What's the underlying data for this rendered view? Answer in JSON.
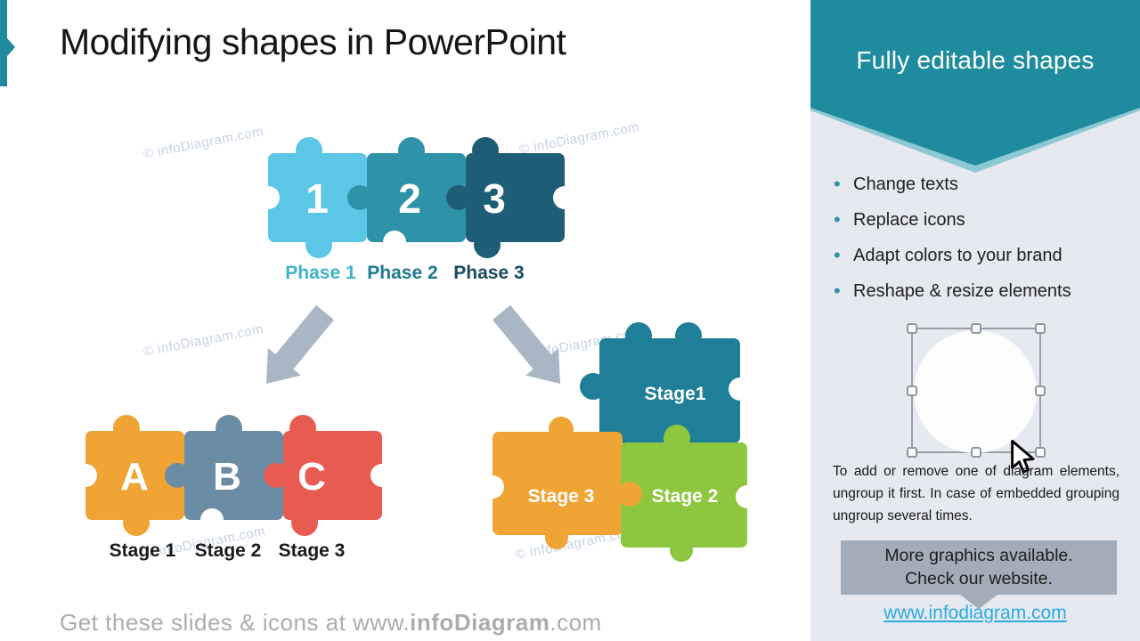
{
  "slide": {
    "title": "Modifying shapes in PowerPoint",
    "watermark": "© infoDiagram.com",
    "footer": {
      "prefix": "Get these slides & icons at www.",
      "brand": "infoDiagram",
      "suffix": ".com"
    }
  },
  "diagram": {
    "phase_puzzle": {
      "pieces": [
        {
          "label": "1",
          "color": "#5bc6e6"
        },
        {
          "label": "2",
          "color": "#2e93a8"
        },
        {
          "label": "3",
          "color": "#1d5e76"
        }
      ],
      "captions": [
        {
          "text": "Phase 1",
          "color": "#3db3cc"
        },
        {
          "text": "Phase 2",
          "color": "#20798f"
        },
        {
          "text": "Phase 3",
          "color": "#174b5e"
        }
      ]
    },
    "abc_puzzle": {
      "pieces": [
        {
          "label": "A",
          "color": "#f0a433"
        },
        {
          "label": "B",
          "color": "#6a8ca4"
        },
        {
          "label": "C",
          "color": "#e85b51"
        }
      ],
      "captions": [
        {
          "text": "Stage 1"
        },
        {
          "text": "Stage 2"
        },
        {
          "text": "Stage 3"
        }
      ]
    },
    "grouped_puzzle": {
      "pieces": [
        {
          "label": "Stage1",
          "color": "#1f7e98"
        },
        {
          "label": "Stage 3",
          "color": "#f0a433"
        },
        {
          "label": "Stage 2",
          "color": "#8dc63f"
        }
      ]
    },
    "arrow_color": "#a9b6c5"
  },
  "sidebar": {
    "header": "Fully editable shapes",
    "bullets": [
      "Change texts",
      "Replace icons",
      "Adapt colors to your brand",
      "Reshape & resize elements"
    ],
    "note": "To add or remove one of diagram elements, ungroup it first. In case of embedded grouping ungroup several times.",
    "callout": {
      "line1": "More graphics available.",
      "line2": "Check our website."
    },
    "link": "www.infodiagram.com",
    "colors": {
      "header_bg": "#1e8c9e",
      "header_edge": "#8cc9d3",
      "panel_bg": "#e6e9f0",
      "callout_bg": "#a3adba",
      "link": "#29abe2",
      "bullet": "#2e93a8",
      "accent_bar": "#1e8c9e"
    }
  }
}
